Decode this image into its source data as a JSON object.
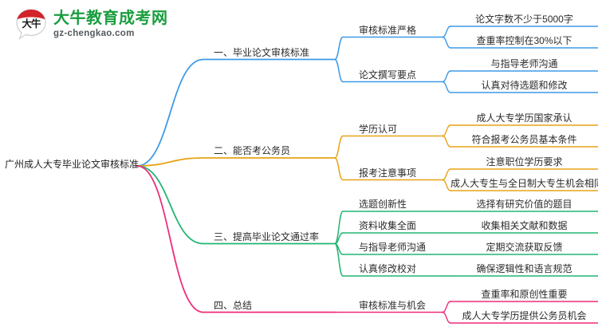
{
  "logo": {
    "mark_text": "大牛",
    "title": "大牛教育成考网",
    "subtitle": "gz-chengkao.com",
    "title_color": "#1a9d3f",
    "mark_top_color": "#d3232a",
    "subtitle_color": "#555a5e"
  },
  "mindmap": {
    "root": {
      "label": "广州成人大专毕业论文审核标准"
    },
    "colors": {
      "branch1": "#3d9ae8",
      "branch2": "#e8a317",
      "branch3": "#22b573",
      "branch4": "#ee2d7a"
    },
    "branches": [
      {
        "label": "一、毕业论文审核标准",
        "color": "#3d9ae8",
        "children": [
          {
            "label": "审核标准严格",
            "leaves": [
              {
                "label": "论文字数不少于5000字"
              },
              {
                "label": "查重率控制在30%以下"
              }
            ]
          },
          {
            "label": "论文撰写要点",
            "leaves": [
              {
                "label": "与指导老师沟通"
              },
              {
                "label": "认真对待选题和修改"
              }
            ]
          }
        ]
      },
      {
        "label": "二、能否考公务员",
        "color": "#e8a317",
        "children": [
          {
            "label": "学历认可",
            "leaves": [
              {
                "label": "成人大专学历国家承认"
              },
              {
                "label": "符合报考公务员基本条件"
              }
            ]
          },
          {
            "label": "报考注意事项",
            "leaves": [
              {
                "label": "注意职位学历要求"
              },
              {
                "label": "成人大专生与全日制大专生机会相同"
              }
            ]
          }
        ]
      },
      {
        "label": "三、提高毕业论文通过率",
        "color": "#22b573",
        "children": [
          {
            "label": "选题创新性",
            "leaves": [
              {
                "label": "选择有研究价值的题目"
              }
            ]
          },
          {
            "label": "资料收集全面",
            "leaves": [
              {
                "label": "收集相关文献和数据"
              }
            ]
          },
          {
            "label": "与指导老师沟通",
            "leaves": [
              {
                "label": "定期交流获取反馈"
              }
            ]
          },
          {
            "label": "认真修改校对",
            "leaves": [
              {
                "label": "确保逻辑性和语言规范"
              }
            ]
          }
        ]
      },
      {
        "label": "四、总结",
        "color": "#ee2d7a",
        "children": [
          {
            "label": "审核标准与机会",
            "leaves": [
              {
                "label": "查重率和原创性重要"
              },
              {
                "label": "成人大专学历提供公务员机会"
              }
            ]
          }
        ]
      }
    ]
  }
}
